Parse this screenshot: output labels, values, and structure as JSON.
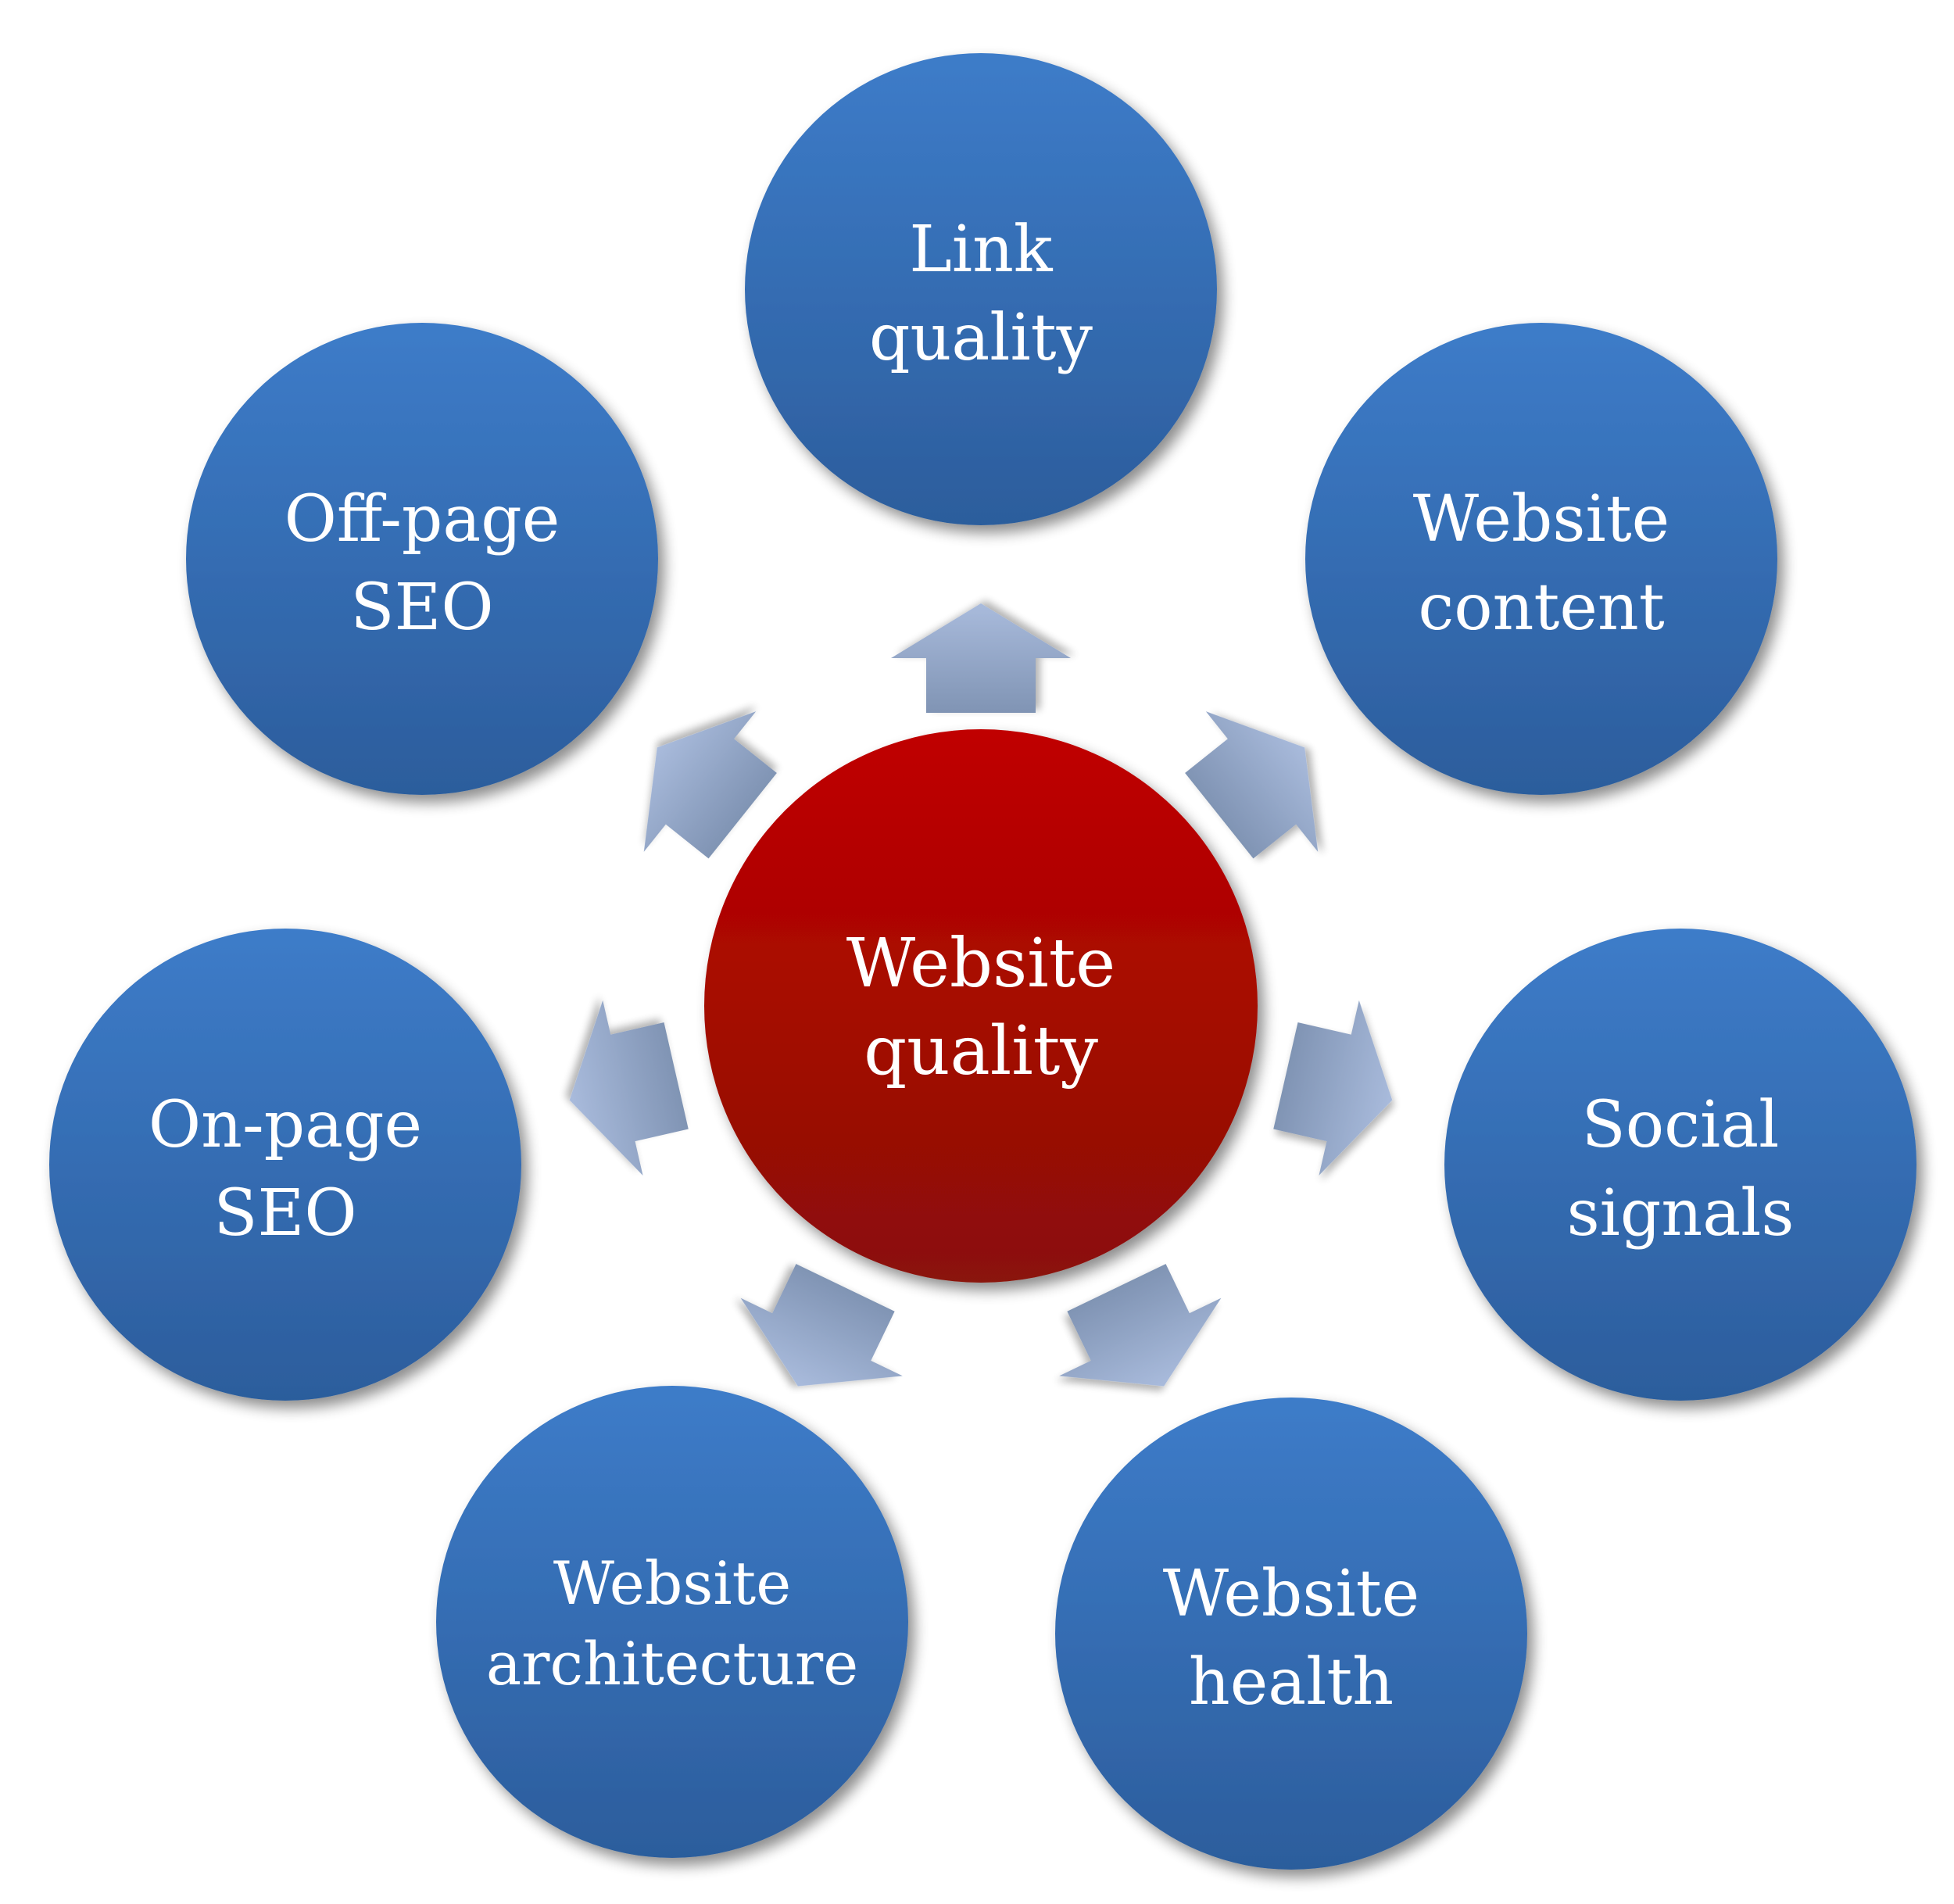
{
  "hub": {
    "lines": [
      "Website",
      "quality"
    ],
    "color_top": "#c00000",
    "color_bottom": "#8a1208"
  },
  "nodes": [
    {
      "name": "node-link-quality",
      "lines": [
        "Link",
        "quality"
      ]
    },
    {
      "name": "node-website-content",
      "lines": [
        "Website",
        "content"
      ]
    },
    {
      "name": "node-social-signals",
      "lines": [
        "Social",
        "signals"
      ]
    },
    {
      "name": "node-website-health",
      "lines": [
        "Website",
        "health"
      ]
    },
    {
      "name": "node-website-architecture",
      "lines": [
        "Website",
        "architecture"
      ]
    },
    {
      "name": "node-on-page-seo",
      "lines": [
        "On-page",
        "SEO"
      ]
    },
    {
      "name": "node-off-page-seo",
      "lines": [
        "Off-page",
        "SEO"
      ]
    }
  ],
  "colors": {
    "node_top": "#3d7cc9",
    "node_bottom": "#2c5d9c",
    "arrow_light": "#a9bbdc",
    "arrow_dark": "#8094b4"
  }
}
